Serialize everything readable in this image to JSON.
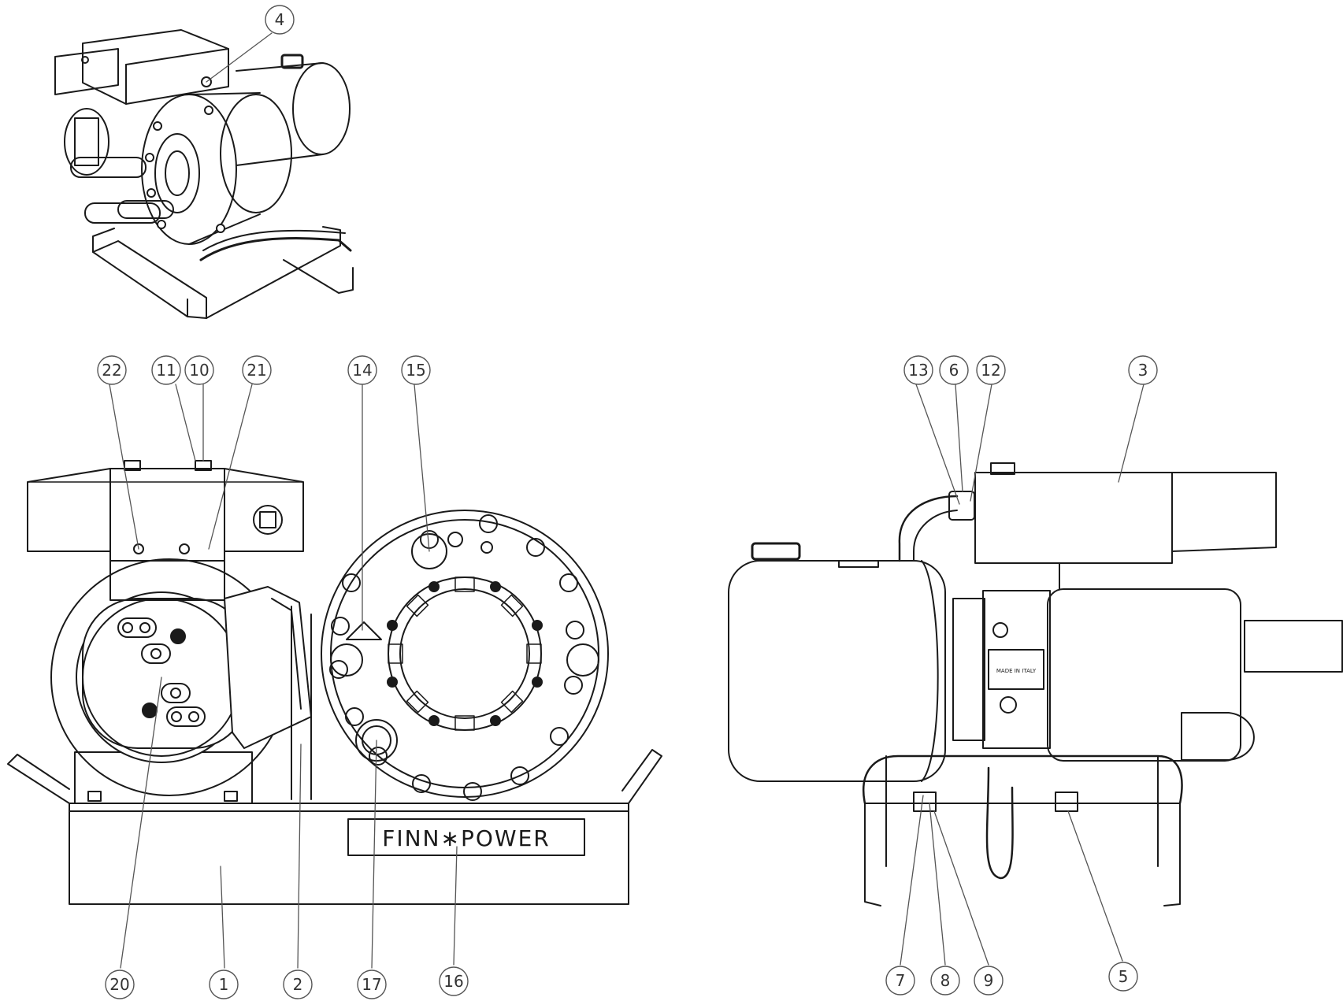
{
  "brand_plate": {
    "text": "FINN∗POWER"
  },
  "plate_text": "MADE IN ITALY",
  "callouts": [
    {
      "id": "4",
      "label": "4"
    },
    {
      "id": "22",
      "label": "22"
    },
    {
      "id": "11",
      "label": "11"
    },
    {
      "id": "10",
      "label": "10"
    },
    {
      "id": "21",
      "label": "21"
    },
    {
      "id": "14",
      "label": "14"
    },
    {
      "id": "15",
      "label": "15"
    },
    {
      "id": "20",
      "label": "20"
    },
    {
      "id": "1",
      "label": "1"
    },
    {
      "id": "2",
      "label": "2"
    },
    {
      "id": "17",
      "label": "17"
    },
    {
      "id": "16",
      "label": "16"
    },
    {
      "id": "13",
      "label": "13"
    },
    {
      "id": "6",
      "label": "6"
    },
    {
      "id": "12",
      "label": "12"
    },
    {
      "id": "3",
      "label": "3"
    },
    {
      "id": "7",
      "label": "7"
    },
    {
      "id": "8",
      "label": "8"
    },
    {
      "id": "9",
      "label": "9"
    },
    {
      "id": "5",
      "label": "5"
    }
  ],
  "colors": {
    "line": "#1a1a1a",
    "callout_line": "#555555",
    "fill": "#ffffff"
  }
}
